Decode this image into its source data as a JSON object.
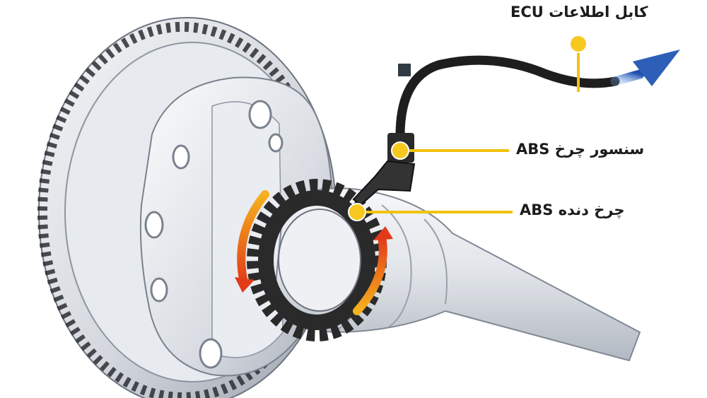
{
  "labels": {
    "ecu_cable": "کابل اطلاعات ECU",
    "wheel_sensor": "سنسور چرخ ABS",
    "tone_ring": "چرخ دنده ABS"
  },
  "colors": {
    "callout_yellow": "#f7c81e",
    "leader_line": "#f2c20f",
    "cable": "#1e1e1e",
    "arrow_blue": "#2d5fb8",
    "rotation_orange": "#f07a1a",
    "rotation_red": "#e0301a",
    "metal_light": "#eef0f3",
    "metal_mid": "#c9ced6",
    "metal_dark": "#8e96a3",
    "tone_ring_black": "#2a2a2a"
  }
}
